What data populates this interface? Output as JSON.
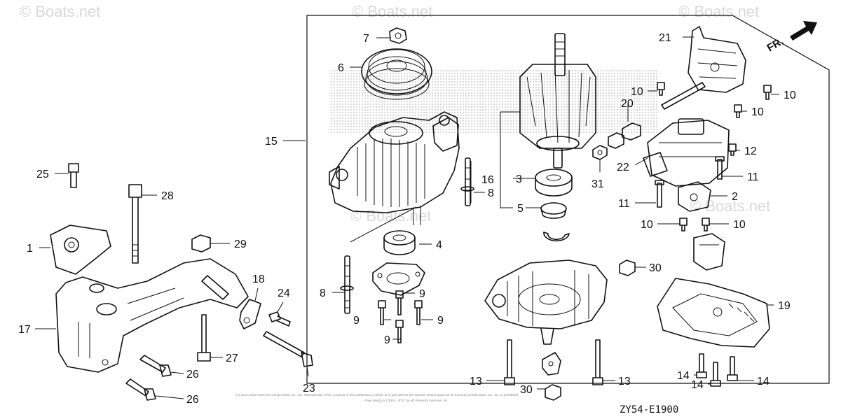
{
  "watermark": {
    "text": "© Boats.net"
  },
  "orientation_label": "FR.",
  "diagram_code": "ZY54-E1900",
  "copyright": {
    "line1": "(C) 2012-2013 American Honda Motor Co., Inc. Reproduction of the contents of this publication in whole or in part without the express written approval of American Honda Motor Co., Inc. is prohibited.",
    "line2": "Page design (c) 2004 - 2017 by ARI Network Services, Inc."
  },
  "callouts": {
    "c1": "1",
    "c2": "2",
    "c3": "3",
    "c4": "4",
    "c5": "5",
    "c6": "6",
    "c7": "7",
    "c8a": "8",
    "c8b": "8",
    "c9a": "9",
    "c9b": "9",
    "c9c": "9",
    "c9d": "9",
    "c10a": "10",
    "c10b": "10",
    "c10c": "10",
    "c10d": "10",
    "c10e": "10",
    "c11a": "11",
    "c11b": "11",
    "c12": "12",
    "c13a": "13",
    "c13b": "13",
    "c14a": "14",
    "c14b": "14",
    "c14c": "14",
    "c15": "15",
    "c16": "16",
    "c17": "17",
    "c18": "18",
    "c19": "19",
    "c20": "20",
    "c21": "21",
    "c22": "22",
    "c23": "23",
    "c24": "24",
    "c25": "25",
    "c26a": "26",
    "c26b": "26",
    "c27": "27",
    "c28": "28",
    "c29": "29",
    "c30a": "30",
    "c30b": "30",
    "c31": "31"
  }
}
